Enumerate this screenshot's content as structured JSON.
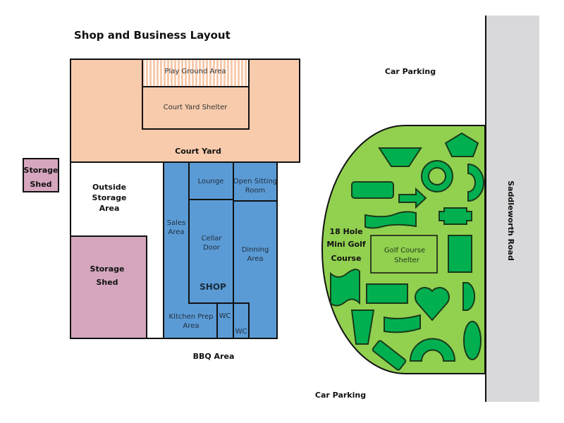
{
  "title": "Shop and Business Layout",
  "colors": {
    "court_yard": "#f8cbad",
    "shop": "#5b9bd5",
    "storage": "#d5a6bd",
    "golf_area": "#92d050",
    "golf_holes": "#00b050",
    "road": "#d9d9dc"
  },
  "areas": {
    "play_ground": "Play Ground Area",
    "court_yard_shelter": "Court Yard Shelter",
    "court_yard": "Court Yard",
    "storage_shed_small": [
      "Storage",
      "Shed"
    ],
    "outside_storage": [
      "Outside",
      "Storage",
      "Area"
    ],
    "storage_shed_large": [
      "Storage",
      "Shed"
    ],
    "lounge": "Lounge",
    "open_sitting": [
      "Open Sitting",
      "Room"
    ],
    "sales": [
      "Sales",
      "Area"
    ],
    "cellar": [
      "Cellar",
      "Door"
    ],
    "dining": [
      "Dinning",
      "Area"
    ],
    "shop": "SHOP",
    "kitchen": [
      "Kitchen Prep",
      "Area"
    ],
    "wc1": "WC",
    "wc2": "WC",
    "bbq": "BBQ Area",
    "car_parking_top": "Car Parking",
    "car_parking_bottom": "Car Parking",
    "road": "Saddleworth Road",
    "golf_course": [
      "18 Hole",
      "Mini Golf",
      "Course"
    ],
    "golf_shelter": [
      "Golf Course",
      "Shelter"
    ]
  }
}
